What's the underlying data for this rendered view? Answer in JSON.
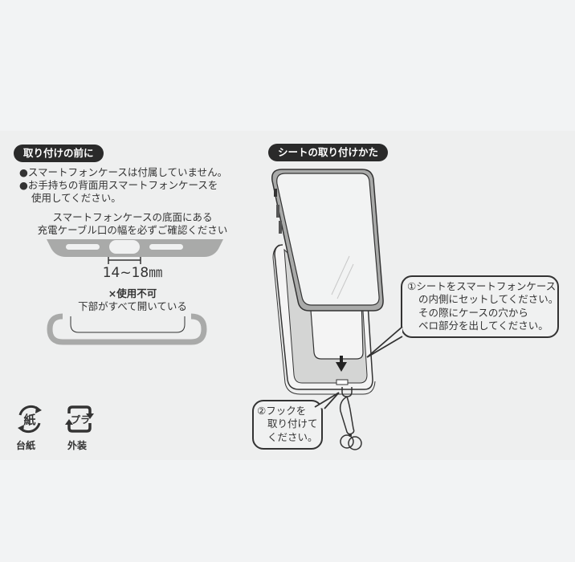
{
  "left_section": {
    "heading": "取り付けの前に",
    "bullets": [
      "●スマートフォンケースは付属していません。",
      "●お手持ちの背面用スマートフォンケースを",
      "使用してください。"
    ],
    "check_note_line1": "スマートフォンケースの底面にある",
    "check_note_line2": "充電ケーブル口の幅を必ずご確認ください",
    "dimension_label": "14~18㎜",
    "ng_title": "×使用不可",
    "ng_desc": "下部がすべて開いている"
  },
  "recycle_marks": [
    {
      "symbol_text": "紙",
      "label": "台紙",
      "icon": "paper-recycle-icon"
    },
    {
      "symbol_text": "プラ",
      "label": "外装",
      "icon": "plastic-recycle-icon"
    }
  ],
  "right_section": {
    "heading": "シートの取り付けかた",
    "step1_lines": [
      "①シートをスマートフォンケース",
      "の内側にセットしてください。",
      "その際にケースの穴から",
      "ベロ部分を出してください。"
    ],
    "step2_lines": [
      "②フックを",
      "取り付けて",
      "ください。"
    ]
  },
  "colors": {
    "background": "#f2f3f4",
    "band": "#eeefef",
    "pill": "#2a2a2a",
    "line": "#333333",
    "gray_fill": "#a9aaa9",
    "light_fill": "#d4d5d4"
  }
}
